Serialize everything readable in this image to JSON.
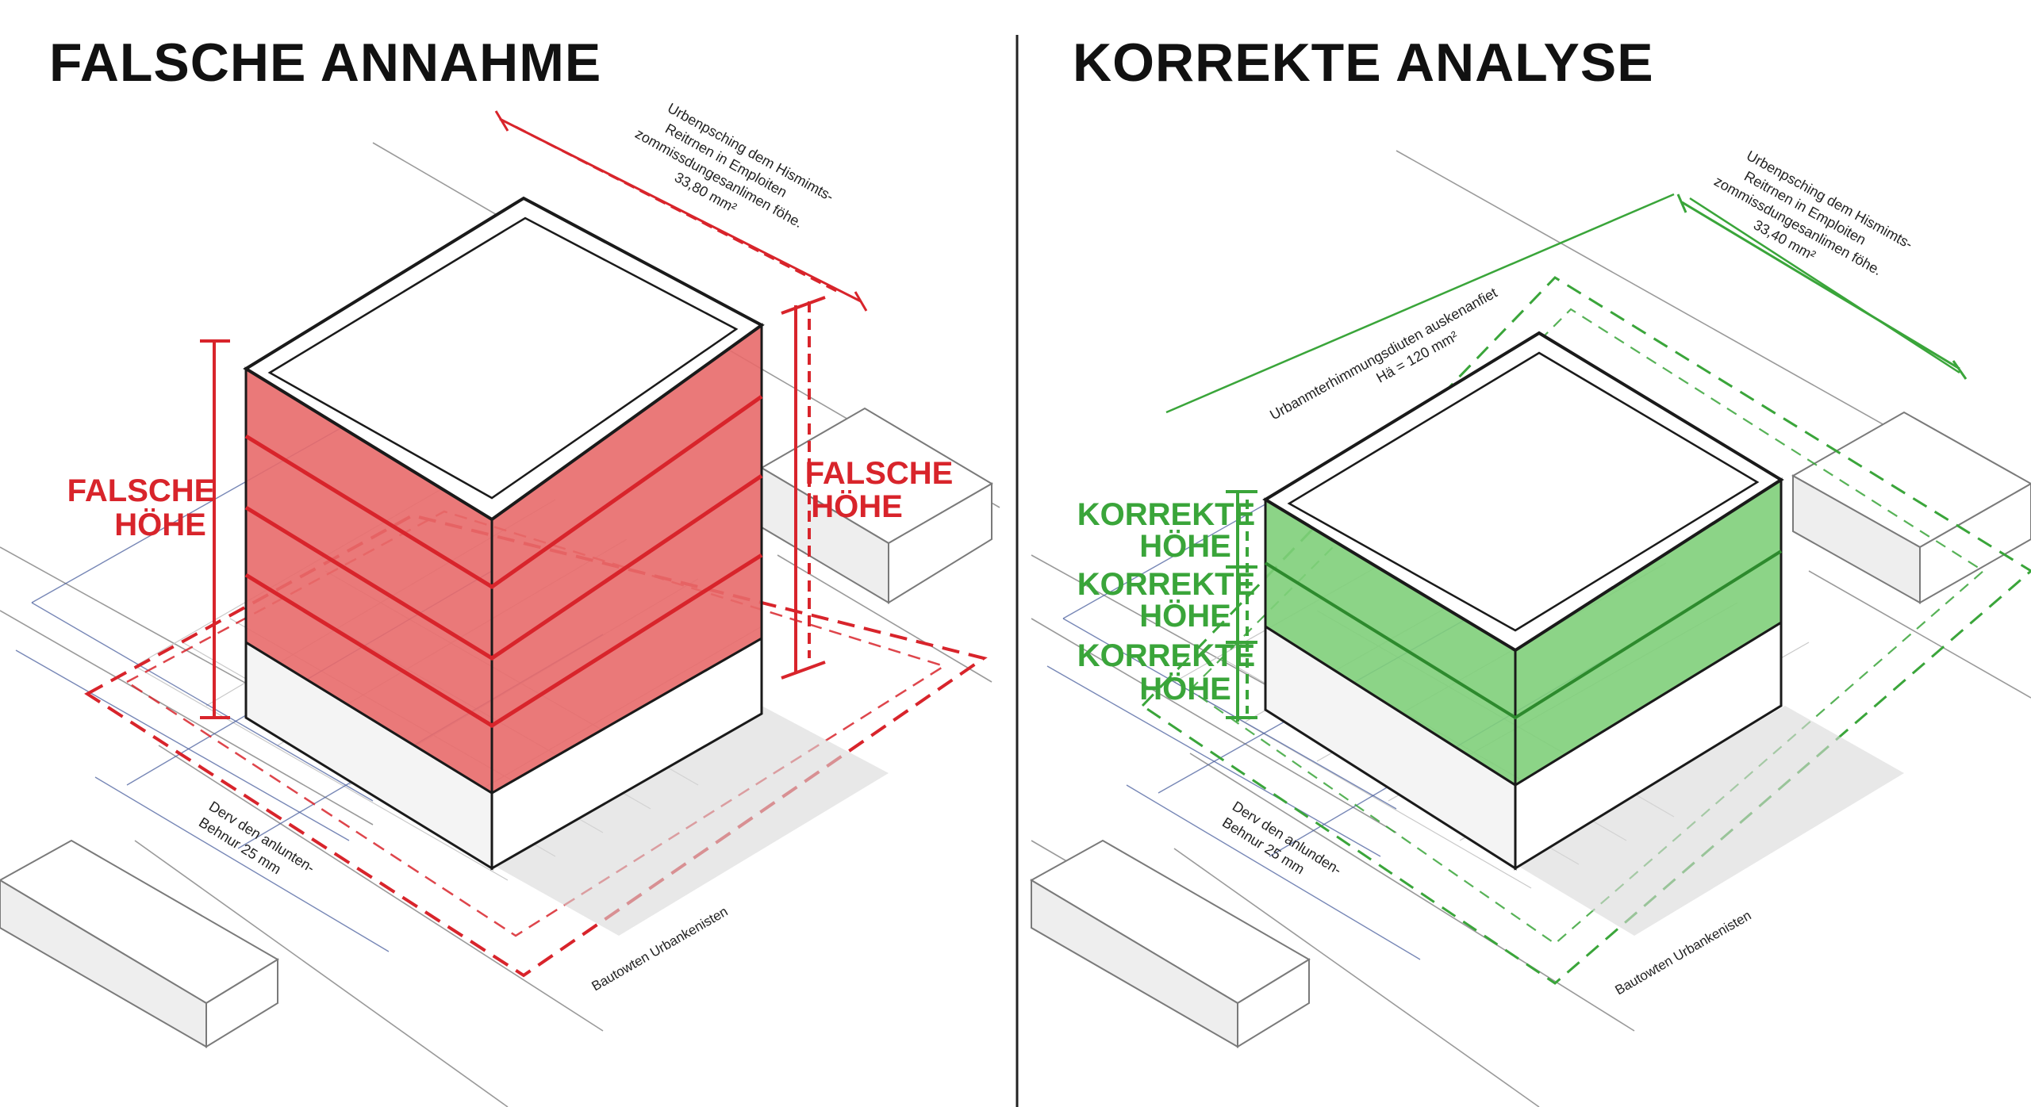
{
  "left_panel": {
    "heading": "FALSCHE ANNAHME",
    "label_left": [
      "FALSCHE",
      "HÖHE"
    ],
    "label_right": [
      "FALSCHE",
      "HÖHE"
    ],
    "annotation_top": [
      "Urbenpsching dem Hismimts-",
      "Reitrnen in Emploiten",
      "zommissdungesanlimen föhe.",
      "33,80 mm²"
    ],
    "annotation_bottom": [
      "Derv den anlunten-",
      "Behnur 25 mm"
    ],
    "annotation_base": "Bautowten Urbankenisten",
    "accent_color": "#d8242b"
  },
  "right_panel": {
    "heading": "KORREKTE ANALYSE",
    "labels": [
      [
        "KORREKTE",
        "HÖHE"
      ],
      [
        "KORREKTE",
        "HÖHE"
      ],
      [
        "KORREKTE",
        "HÖHE"
      ]
    ],
    "annotation_top": [
      "Urbenpsching dem Hismimts-",
      "Reitrnen in Emploiten",
      "zommissdungesanlimen föhe.",
      "33,40 mm²"
    ],
    "annotation_mid": [
      "Urbanmterhimmungsdiuten auskenanfiet",
      "Hä = 120 mm²"
    ],
    "annotation_bottom": [
      "Derv den anlunden-",
      "Behnur 25 mm"
    ],
    "annotation_base": "Bautowten Urbankenisten",
    "accent_color": "#3aa53a"
  },
  "colors": {
    "divider": "#222222",
    "red_fill": "#e86a6a",
    "green_fill": "#7fcf7a"
  }
}
